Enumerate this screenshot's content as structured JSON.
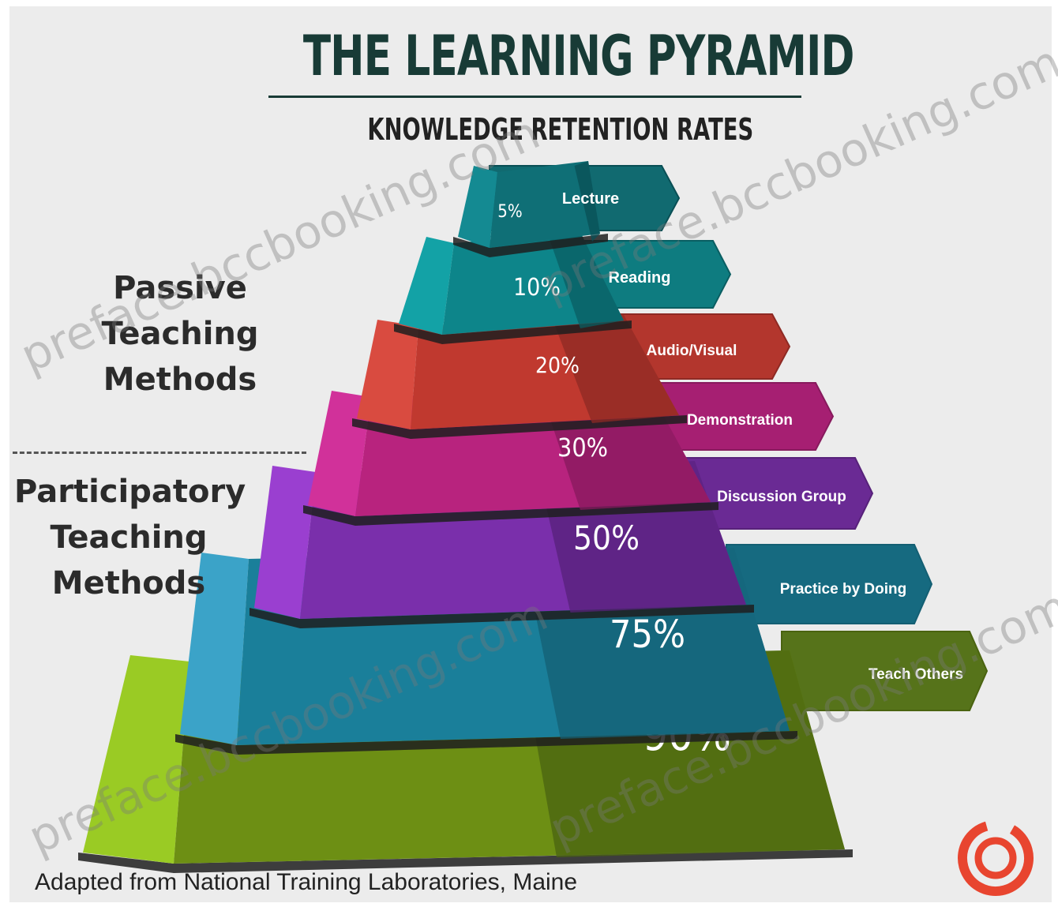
{
  "header": {
    "title": "THE LEARNING PYRAMID",
    "subtitle": "KNOWLEDGE RETENTION RATES"
  },
  "groups": {
    "passive": [
      "Passive",
      "Teaching",
      "Methods"
    ],
    "participatory": [
      "Participatory",
      "Teaching",
      "Methods"
    ]
  },
  "levels": [
    {
      "percent": "5%",
      "label": "Lecture",
      "colors": {
        "main": "#0f6f76",
        "dark": "#0a4f55",
        "light": "#148a92",
        "arrow": "#116a70"
      }
    },
    {
      "percent": "10%",
      "label": "Reading",
      "colors": {
        "main": "#0d858a",
        "dark": "#0a5e62",
        "light": "#13a2a6",
        "arrow": "#0e7c80"
      }
    },
    {
      "percent": "20%",
      "label": "Audio/Visual",
      "colors": {
        "main": "#c0392f",
        "dark": "#8e2a24",
        "light": "#d94b40",
        "arrow": "#b3362d"
      }
    },
    {
      "percent": "30%",
      "label": "Demonstration",
      "colors": {
        "main": "#b8237e",
        "dark": "#871a5d",
        "light": "#d1319a",
        "arrow": "#a61f72"
      }
    },
    {
      "percent": "50%",
      "label": "Discussion Group",
      "colors": {
        "main": "#7a2fab",
        "dark": "#57227a",
        "light": "#9a3fd0",
        "arrow": "#6a2a94"
      }
    },
    {
      "percent": "75%",
      "label": "Practice by Doing",
      "colors": {
        "main": "#1a7f9a",
        "dark": "#145f73",
        "light": "#3ba3c8",
        "arrow": "#166a80"
      }
    },
    {
      "percent": "90%",
      "label": "Teach Others",
      "colors": {
        "main": "#6d8f14",
        "dark": "#4a6310",
        "light": "#9acb24",
        "arrow": "#56731a"
      }
    }
  ],
  "footer": {
    "source": "Adapted from National Training Laboratories, Maine"
  },
  "watermark": "preface.bccbooking.com",
  "logo": {
    "name": "circular-logo-icon",
    "color": "#e8452f"
  }
}
